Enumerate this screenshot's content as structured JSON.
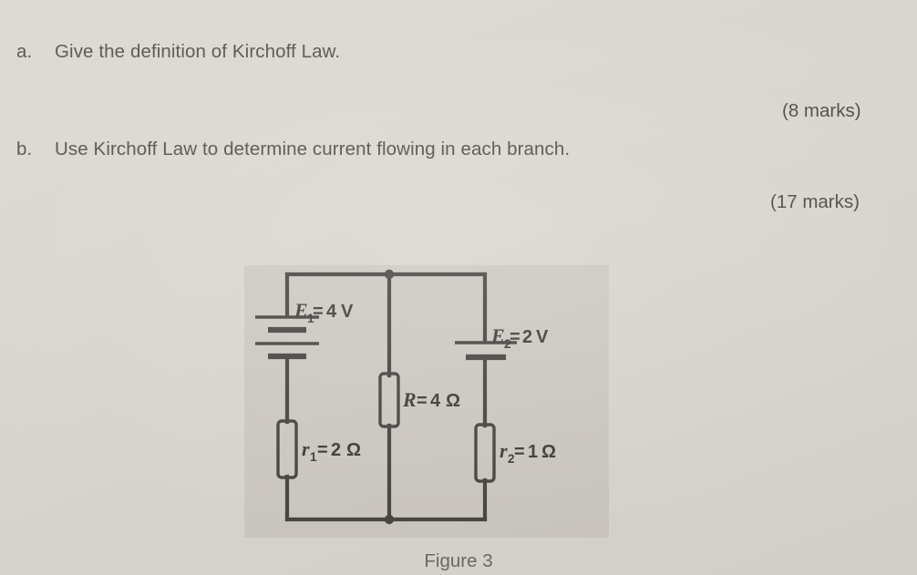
{
  "page": {
    "background_color": "#d9d6cf",
    "text_color": "#4c4a46"
  },
  "questions": [
    {
      "label": "a.",
      "text": "Give the definition of Kirchoff Law.",
      "marks": "(8 marks)"
    },
    {
      "label": "b.",
      "text": "Use Kirchoff Law to determine current flowing in each branch.",
      "marks": "(17 marks)"
    }
  ],
  "figure": {
    "caption": "Figure 3",
    "background_color": "#cdc9c2",
    "ink_color": "#474541",
    "components": {
      "e1": {
        "symbol": "battery-multicell",
        "name": "E",
        "subscript": "1",
        "equals": "=",
        "value": "4",
        "unit": "V",
        "full_label": "E₁= 4 V"
      },
      "e2": {
        "symbol": "battery-cell",
        "name": "E",
        "subscript": "2",
        "equals": "=",
        "value": "2",
        "unit": "V",
        "full_label": "E₂=2 V"
      },
      "r": {
        "symbol": "resistor-box",
        "name": "R",
        "subscript": "",
        "equals": "=",
        "value": "4",
        "unit": "Ω",
        "full_label": "R=4 Ω"
      },
      "r1": {
        "symbol": "resistor-box",
        "name": "r",
        "subscript": "1",
        "equals": "=",
        "value": "2",
        "unit": "Ω",
        "full_label": "r₁ =2 Ω"
      },
      "r2": {
        "symbol": "resistor-box",
        "name": "r",
        "subscript": "2",
        "equals": "=",
        "value": "1",
        "unit": "Ω",
        "full_label": "r₂=1 Ω"
      }
    }
  }
}
